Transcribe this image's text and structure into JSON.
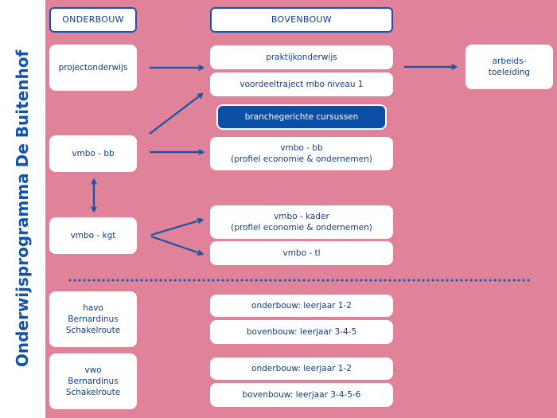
{
  "sidebar": {
    "title": "Onderwijsprogramma De Buitenhof"
  },
  "headers": {
    "onderbouw": "ONDERBOUW",
    "bovenbouw": "BOVENBOUW"
  },
  "left": {
    "projectonderwijs": "projectonderwijs",
    "vmbo_bb": "vmbo - bb",
    "vmbo_kgt": "vmbo - kgt",
    "havo": "havo\nBernardinus\nSchakelroute",
    "vwo": "vwo\nBernardinus\nSchakelroute"
  },
  "right": {
    "praktijkonderwijs": "praktijkonderwijs",
    "voordeeltraject": "voordeeltraject mbo niveau 1",
    "branchegericht": "branchegerichte cursussen",
    "vmbo_bb": "vmbo - bb\n(profiel economie & ondernemen)",
    "vmbo_kader": "vmbo - kader\n(profiel economie & ondernemen)",
    "vmbo_tl": "vmbo - tl",
    "havo_onder": "onderbouw: leerjaar 1-2",
    "havo_boven": "bovenbouw: leerjaar 3-4-5",
    "vwo_onder": "onderbouw: leerjaar 1-2",
    "vwo_boven": "bovenbouw: leerjaar 3-4-5-6"
  },
  "far": {
    "arbeidstoeleiding": "arbeids-\ntoeleiding"
  },
  "colors": {
    "background": "#e0829a",
    "accent": "#1553a8",
    "dark_box": "#0a4fa5"
  }
}
